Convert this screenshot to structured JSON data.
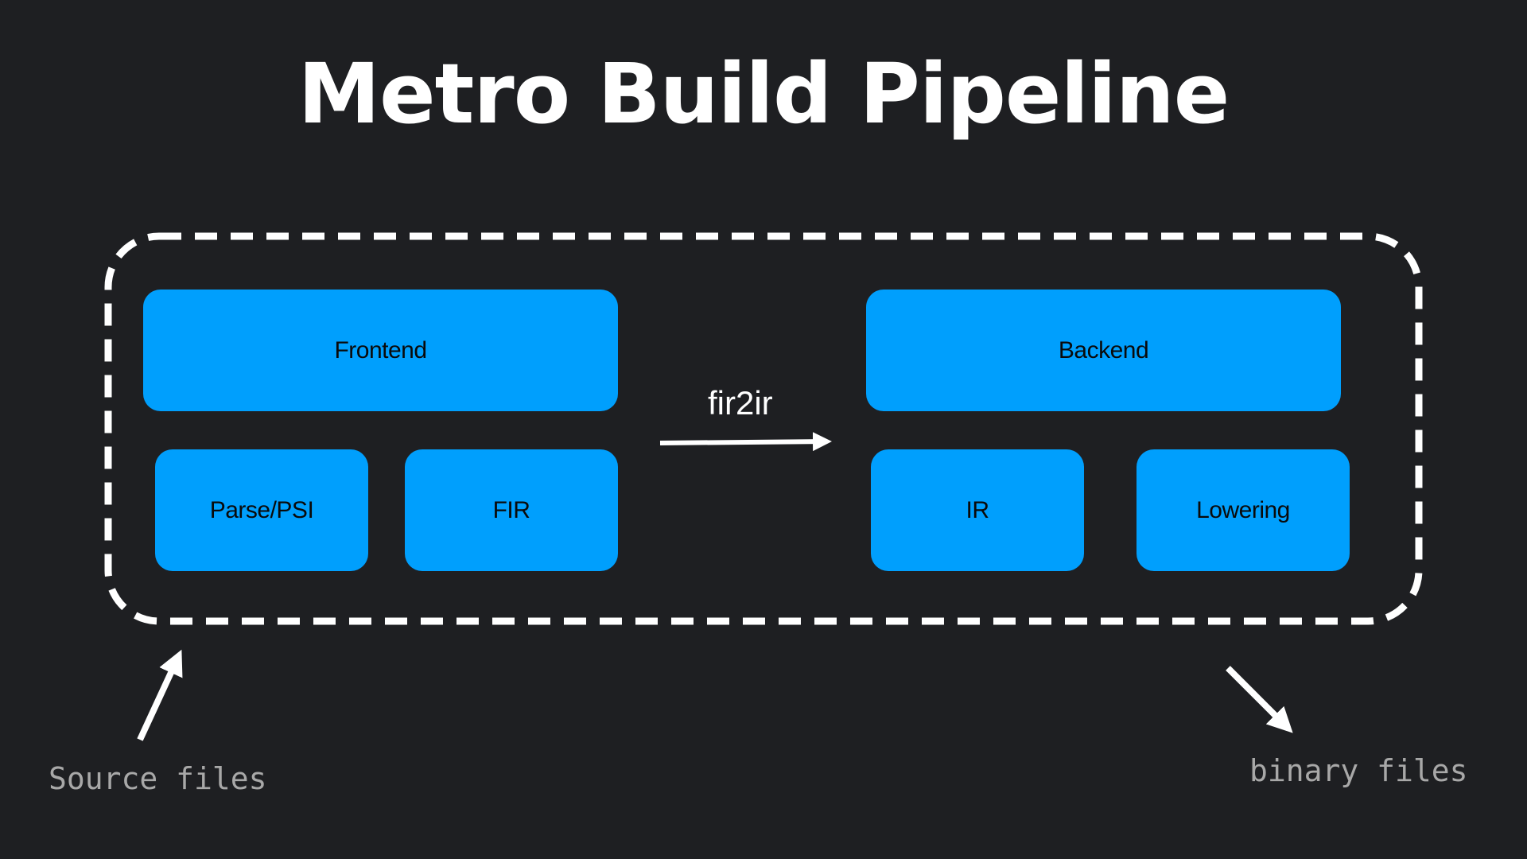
{
  "title": "Metro Build Pipeline",
  "colors": {
    "background": "#1e1f22",
    "box_fill": "#009ffd",
    "box_text": "#0a0a0a",
    "title_text": "#ffffff",
    "arrow": "#ffffff",
    "annotation_text": "#a8a8a8"
  },
  "frontend": {
    "label": "Frontend",
    "stages": [
      "Parse/PSI",
      "FIR"
    ]
  },
  "backend": {
    "label": "Backend",
    "stages": [
      "IR",
      "Lowering"
    ]
  },
  "transition": {
    "label": "fir2ir"
  },
  "annotations": {
    "input": "Source files",
    "output": "binary files"
  }
}
